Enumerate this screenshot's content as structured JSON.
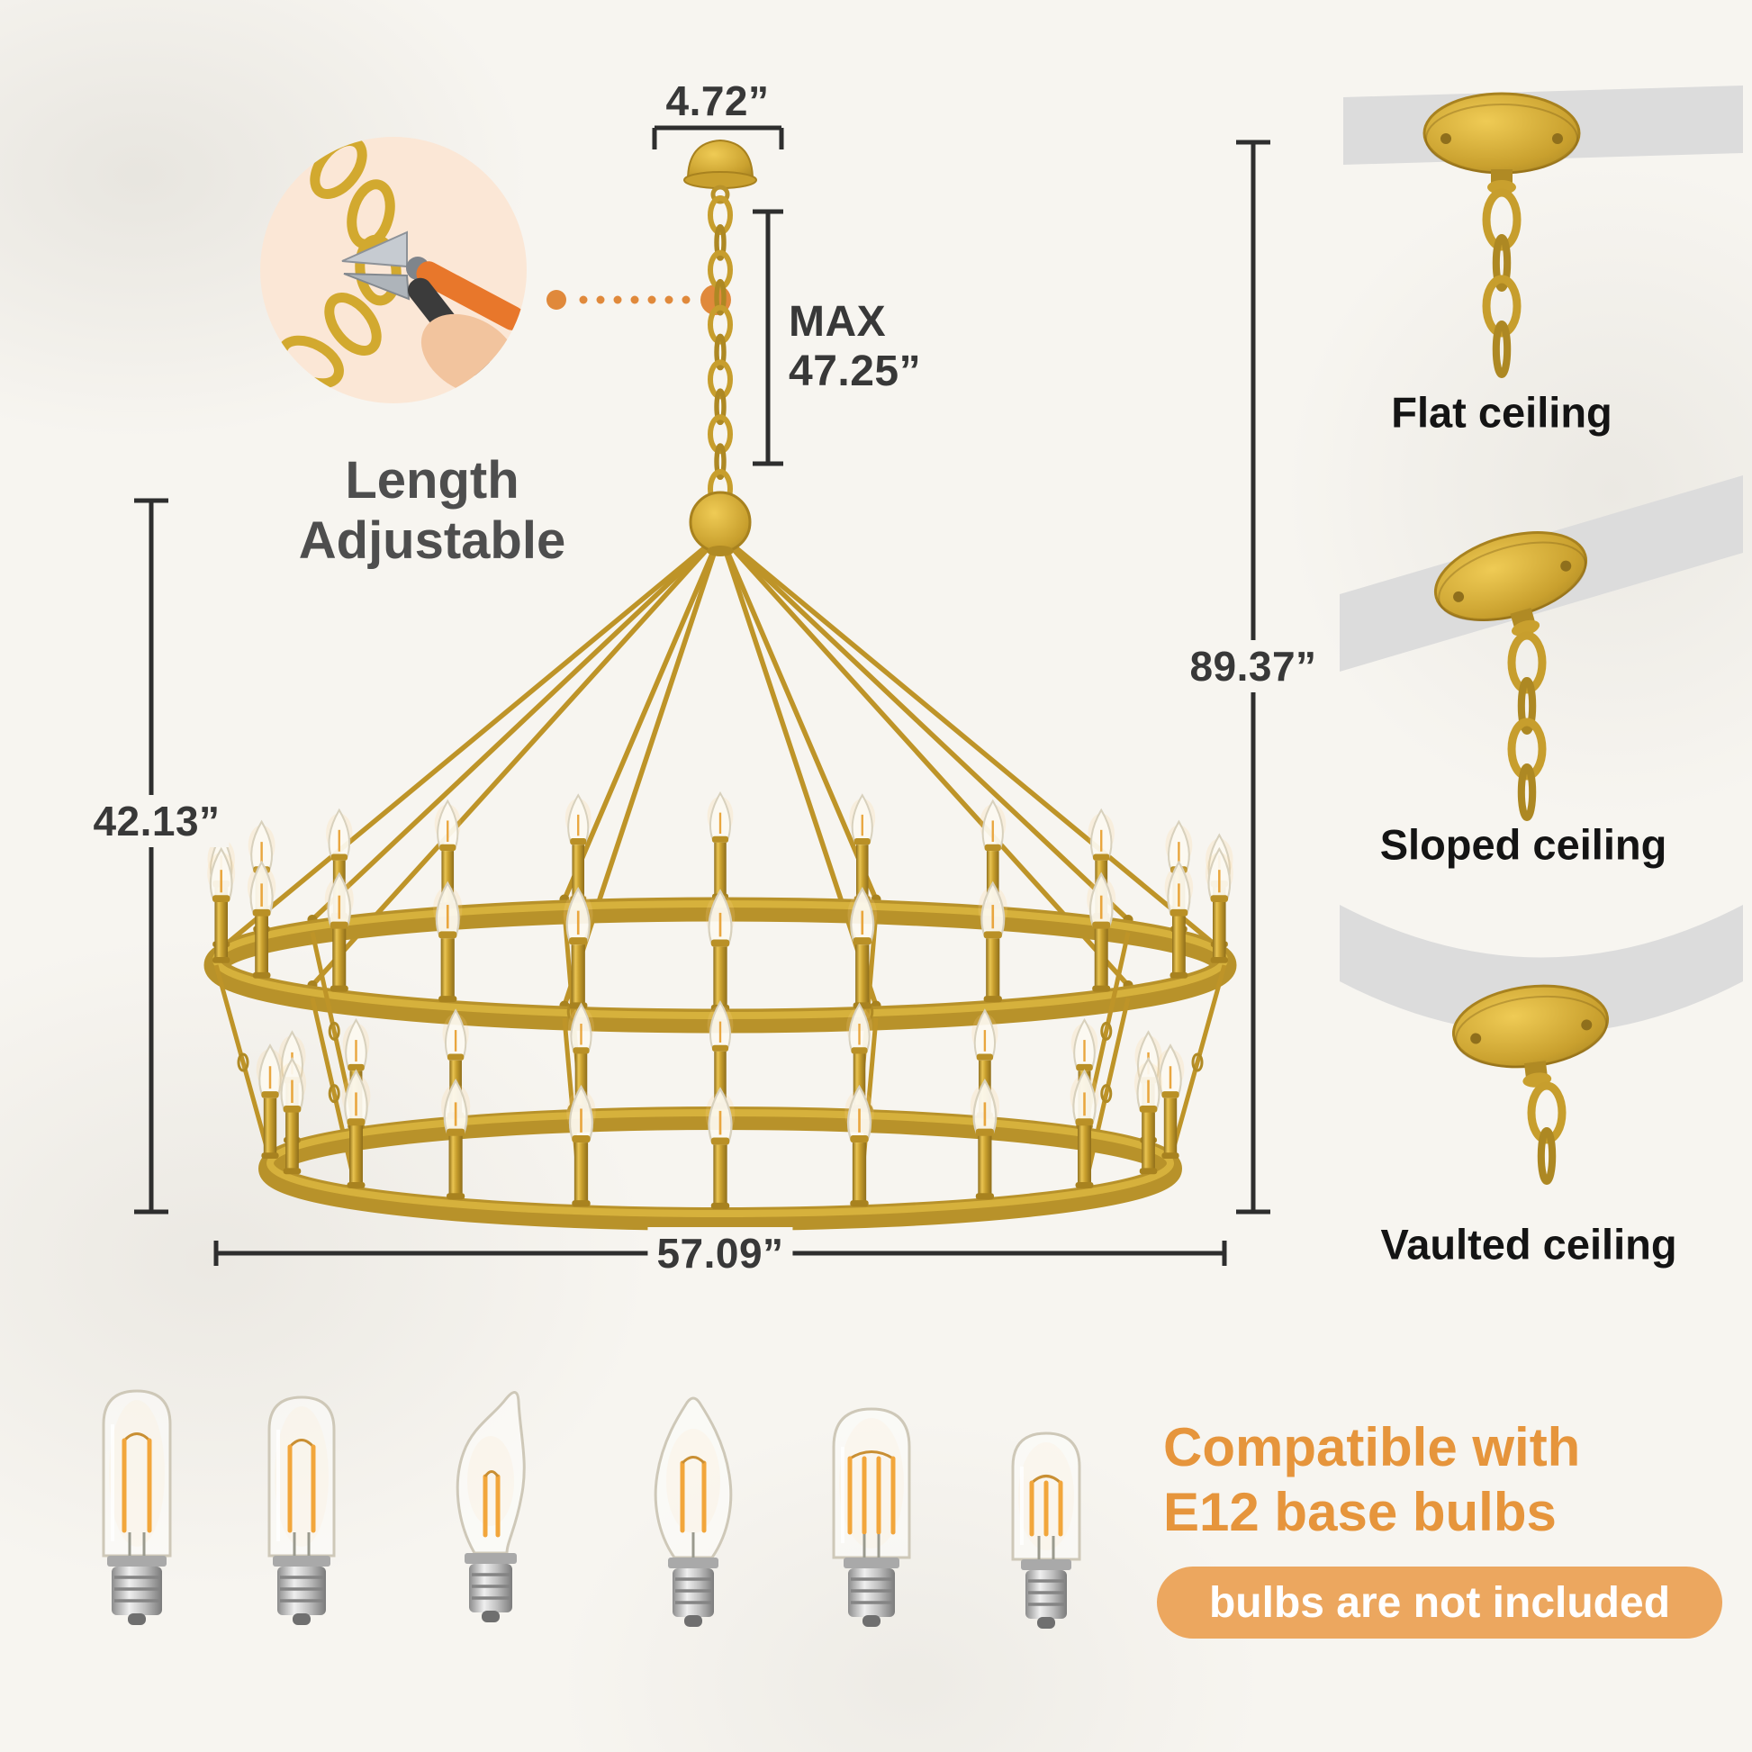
{
  "colors": {
    "gold": "#C9A02E",
    "gold_dark": "#A8821F",
    "orange_accent": "#E6953C",
    "pill_bg": "#ECA75F",
    "text_dark": "#383838"
  },
  "inset": {
    "line1": "Length",
    "line2": "Adjustable"
  },
  "dimensions": {
    "canopy_width": "4.72”",
    "max_label": "MAX",
    "max_value": "47.25”",
    "overall_height": "89.37”",
    "fixture_height": "42.13”",
    "fixture_width": "57.09”"
  },
  "ceilings": [
    {
      "label": "Flat ceiling"
    },
    {
      "label": "Sloped ceiling"
    },
    {
      "label": "Vaulted ceiling"
    }
  ],
  "compatibility": {
    "line1": "Compatible with",
    "line2": "E12 base bulbs",
    "note": "bulbs are not included"
  },
  "icons": [
    "pliers-icon",
    "chain-icon",
    "canopy-icon",
    "chandelier-icon",
    "ceiling-mount-icon",
    "bulb-icon"
  ]
}
